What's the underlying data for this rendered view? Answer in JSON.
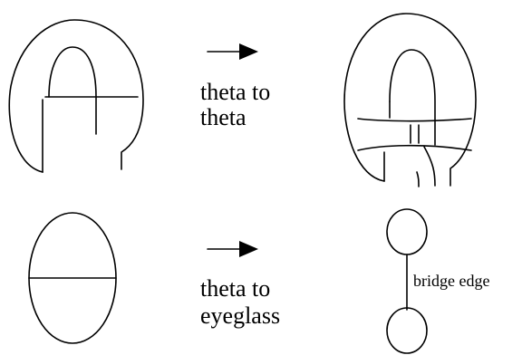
{
  "rows": [
    {
      "caption_lines": [
        "theta to",
        "theta"
      ]
    },
    {
      "caption_lines": [
        "theta to",
        "eyeglass"
      ],
      "edge_label": "bridge edge"
    }
  ]
}
